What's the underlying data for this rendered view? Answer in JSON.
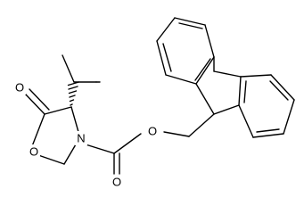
{
  "molecule": {
    "atoms": {
      "carbonyl_oxygen_lactone": "O",
      "ring_oxygen": "O",
      "ring_nitrogen": "N",
      "ester_oxygen": "O",
      "carbamate_oxygen": "O"
    }
  }
}
